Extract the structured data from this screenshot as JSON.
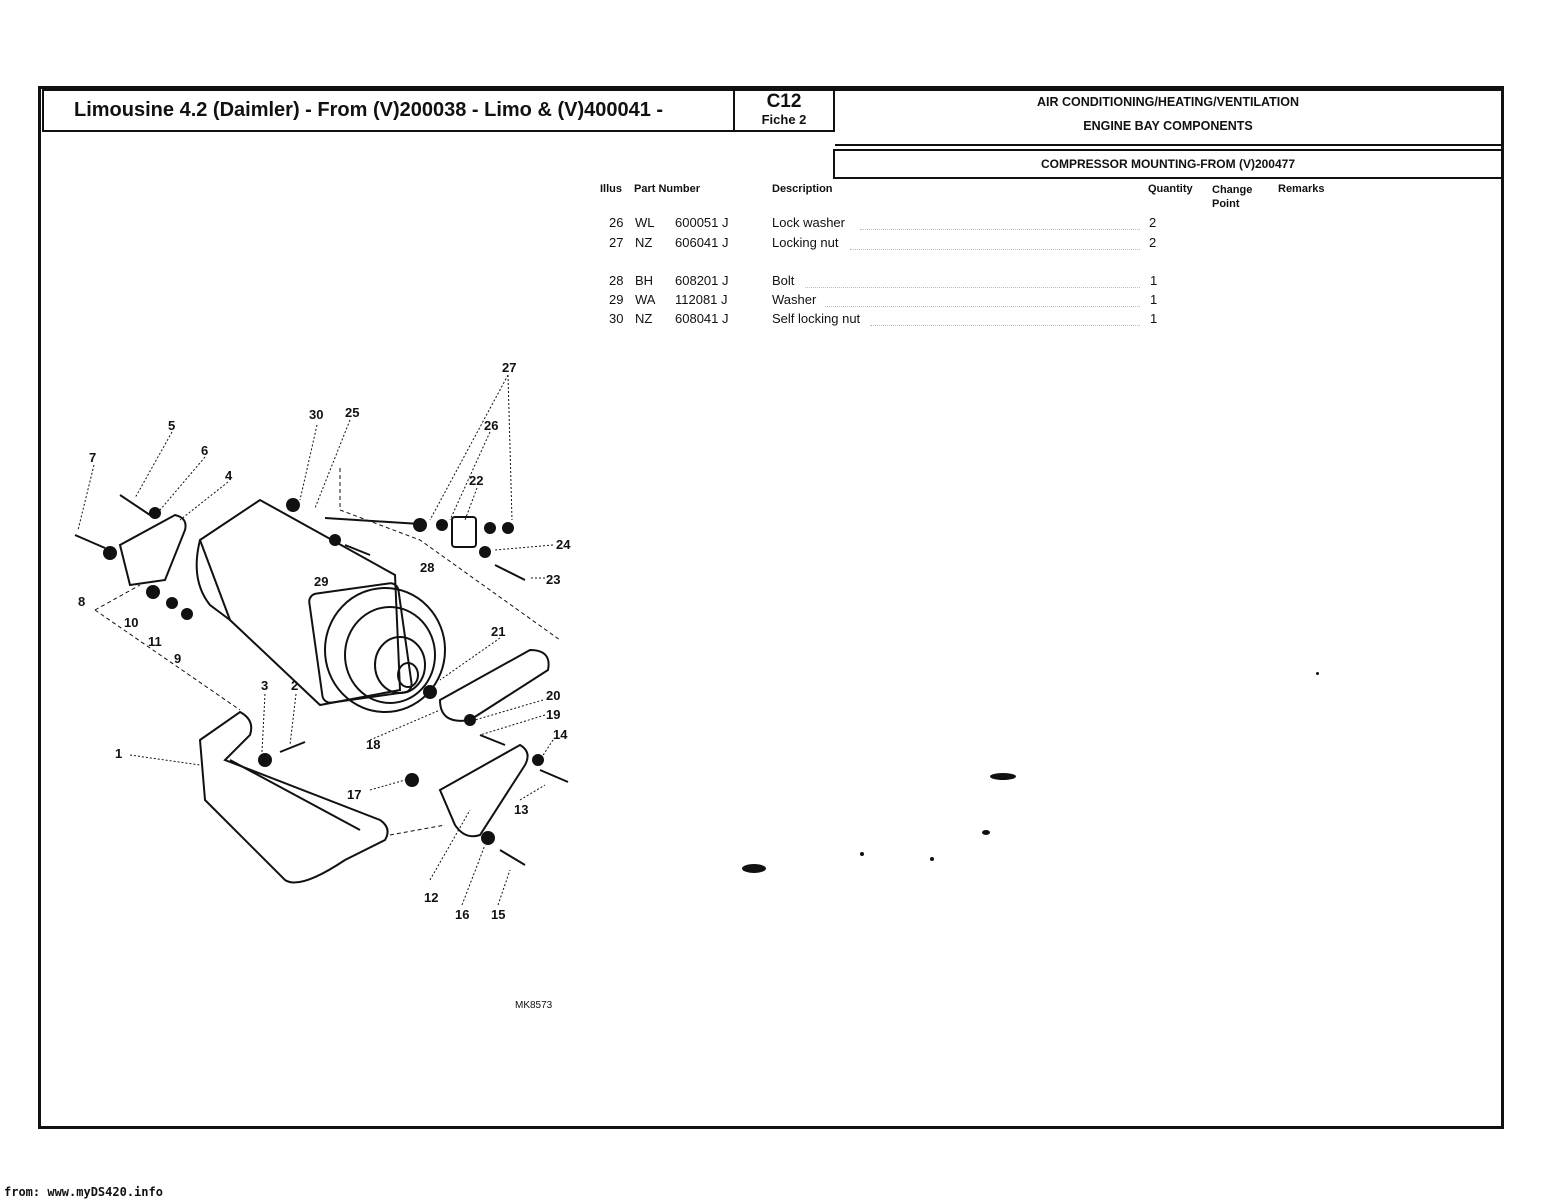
{
  "header": {
    "title": "Limousine 4.2 (Daimler) - From (V)200038 - Limo & (V)400041 -",
    "code": "C12",
    "fiche": "Fiche 2",
    "section_line1": "AIR CONDITIONING/HEATING/VENTILATION",
    "section_line2": "ENGINE BAY COMPONENTS",
    "subsection": "COMPRESSOR MOUNTING-FROM (V)200477"
  },
  "columns": {
    "illus": "Illus",
    "part_number": "Part Number",
    "description": "Description",
    "quantity": "Quantity",
    "change_point": "Change Point",
    "remarks": "Remarks"
  },
  "parts": [
    {
      "illus": "26",
      "prefix": "WL",
      "number": "600051 J",
      "description": "Lock washer",
      "quantity": "2"
    },
    {
      "illus": "27",
      "prefix": "NZ",
      "number": "606041 J",
      "description": "Locking nut",
      "quantity": "2"
    },
    {
      "illus": "28",
      "prefix": "BH",
      "number": "608201 J",
      "description": "Bolt",
      "quantity": "1"
    },
    {
      "illus": "29",
      "prefix": "WA",
      "number": "112081 J",
      "description": "Washer",
      "quantity": "1"
    },
    {
      "illus": "30",
      "prefix": "NZ",
      "number": "608041 J",
      "description": "Self locking nut",
      "quantity": "1"
    }
  ],
  "diagram": {
    "reference": "MK8573",
    "callouts": [
      "27",
      "30",
      "25",
      "26",
      "5",
      "6",
      "7",
      "4",
      "22",
      "24",
      "23",
      "28",
      "29",
      "8",
      "10",
      "11",
      "9",
      "21",
      "3",
      "2",
      "20",
      "19",
      "14",
      "1",
      "18",
      "13",
      "17",
      "12",
      "16",
      "15"
    ]
  },
  "footer": "from: www.myDS420.info"
}
